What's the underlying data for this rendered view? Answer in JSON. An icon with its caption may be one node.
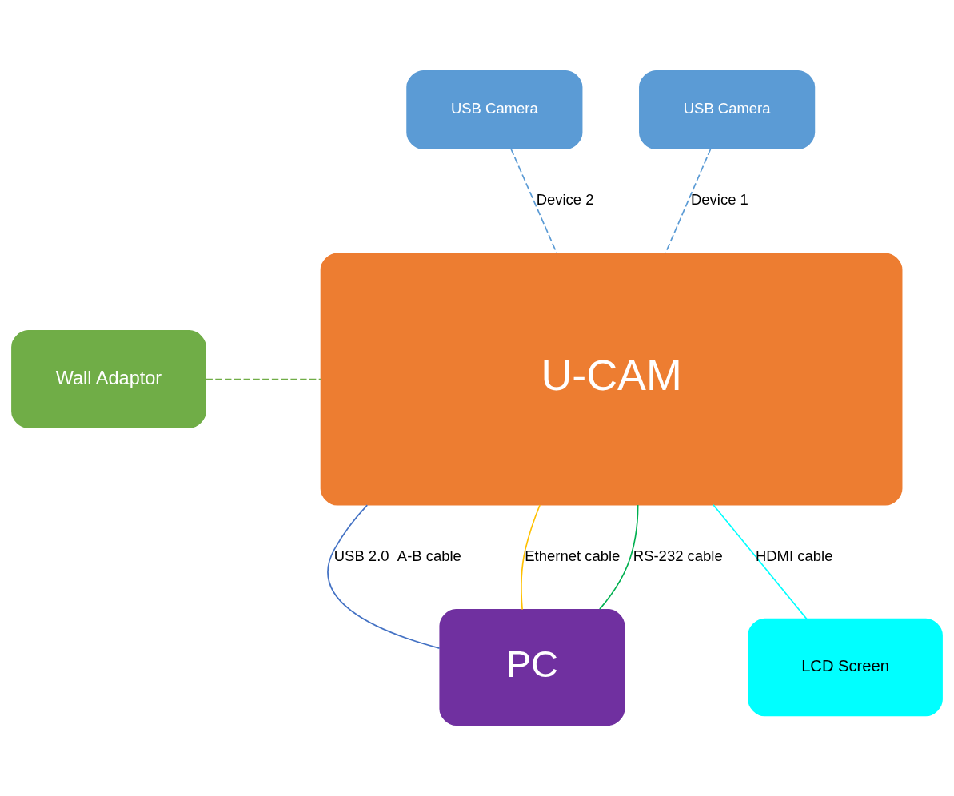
{
  "diagram": {
    "nodes": [
      {
        "text": [
          "USB Camera"
        ]
      },
      {
        "text": [
          "USB Camera"
        ]
      },
      {
        "text": [
          "U-CAM"
        ]
      },
      {
        "text": [
          "Wall Adaptor"
        ]
      },
      {
        "text": [
          "PC"
        ]
      },
      {
        "text": [
          "LCD Screen"
        ]
      }
    ],
    "edges": [
      {
        "from": 2,
        "to": 4,
        "arrow": "none",
        "label": "USB 2.0  A-B cable",
        "color": "#4472c4"
      },
      {
        "from": 2,
        "to": 4,
        "arrow": "none",
        "label": "Ethernet cable",
        "color": "#ffc000"
      },
      {
        "from": 0,
        "to": 2,
        "arrow": "none",
        "label": "Device 2",
        "style": "dashed",
        "color": "#5b9bd5"
      },
      {
        "from": 1,
        "to": 2,
        "arrow": "none",
        "label": "Device 1",
        "style": "dashed",
        "color": "#5b9bd5"
      },
      {
        "from": 3,
        "to": 2,
        "arrow": "none",
        "style": "dashed",
        "color": "#70ad47"
      },
      {
        "from": 2,
        "to": 4,
        "arrow": "none",
        "label": "RS-232 cable",
        "color": "#00b050"
      },
      {
        "from": 2,
        "to": 5,
        "arrow": "none",
        "label": "HDMI cable",
        "color": "#00ffff"
      }
    ]
  }
}
